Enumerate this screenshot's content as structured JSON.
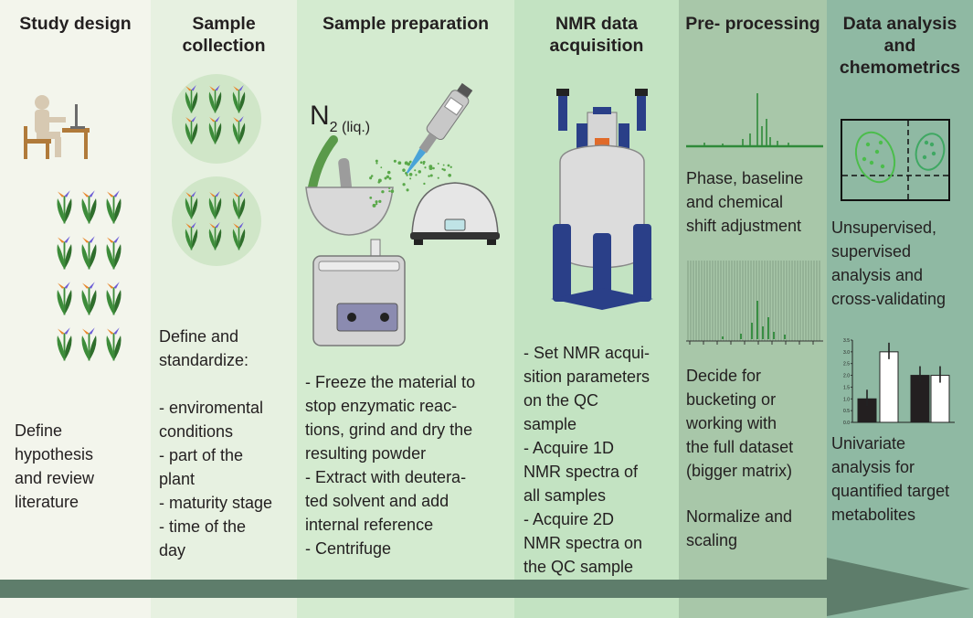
{
  "stages": [
    {
      "title": "Study design",
      "text": "Define\nhypothesis\nand review\nliterature",
      "color": "#f3f5ec"
    },
    {
      "title": "Sample\ncollection",
      "text": "Define and\nstandardize:\n\n- enviromental\nconditions\n- part of the\nplant\n- maturity stage\n- time of the\nday",
      "color": "#e7f1e1"
    },
    {
      "title": "Sample\npreparation",
      "text": "- Freeze the material to\nstop enzymatic reac-\ntions, grind and dry the\nresulting powder\n- Extract with deutera-\nted solvent and add\ninternal reference\n- Centrifuge",
      "color": "#d4ebd0"
    },
    {
      "title": "NMR data\nacquisition",
      "text": "- Set NMR acqui-\nsition parameters\non the QC\nsample\n- Acquire 1D\nNMR spectra of\nall samples\n- Acquire 2D\nNMR spectra on\nthe QC sample",
      "color": "#c3e3c2"
    },
    {
      "title": "Pre-\nprocessing",
      "text1": "Phase, baseline\nand chemical\nshift adjustment",
      "text2": "Decide for\nbucketing or\nworking with\nthe full dataset\n(bigger matrix)",
      "text3": "Normalize and\nscaling",
      "color": "#a8c7a9"
    },
    {
      "title": "Data analysis\nand\nchemometrics",
      "text1": "Unsupervised,\nsupervised\nanalysis and\ncross-validating",
      "text2": "Univariate\nanalysis for\nquantified target\nmetabolites",
      "color": "#8fb9a3"
    }
  ],
  "n2_label": "N",
  "n2_sub": "2 (liq.)",
  "bar_chart": {
    "y_ticks": [
      "3.5",
      "3.0",
      "2.5",
      "2.0",
      "1.5",
      "1.0",
      "0.5",
      "0.0"
    ],
    "bars": [
      1.0,
      3.0,
      2.0,
      2.0
    ],
    "bar_colors": [
      "#231f20",
      "#ffffff",
      "#231f20",
      "#ffffff"
    ],
    "ymax": 3.5
  },
  "colors": {
    "arrow": "#5e7d6b",
    "plant_green": "#3d8c3a",
    "spectrum_green": "#2f8a3a"
  }
}
